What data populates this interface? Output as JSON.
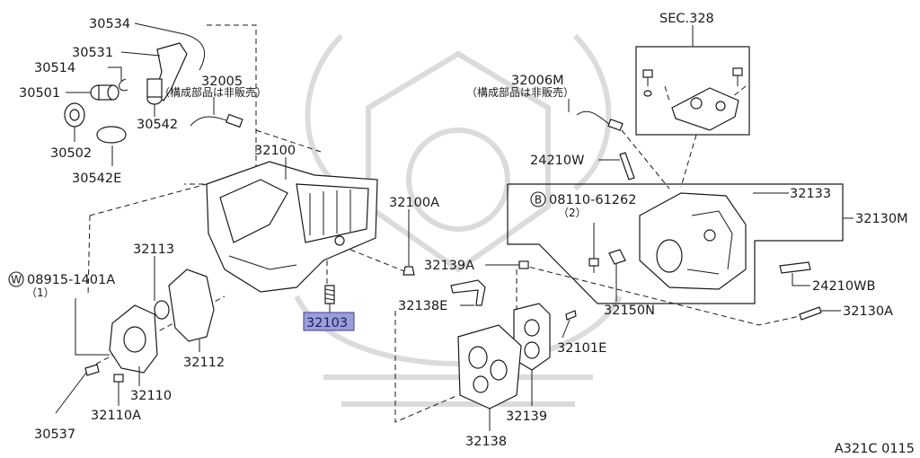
{
  "diagram": {
    "figure_code": "A321C 0115",
    "sec_ref": "SEC.328",
    "note_not_sold": "（構成部品は非販売）",
    "highlighted_part": "32103",
    "labels": {
      "p30534": "30534",
      "p30531": "30531",
      "p30514": "30514",
      "p30501": "30501",
      "p30502": "30502",
      "p30542": "30542",
      "p30542E": "30542E",
      "p32005": "32005",
      "p32100": "32100",
      "p32100A": "32100A",
      "p32103": "32103",
      "p32113": "32113",
      "p32112": "32112",
      "p32110": "32110",
      "p32110A": "32110A",
      "p30537": "30537",
      "p08915": "08915-1401A",
      "p08915_qty": "（1）",
      "p32006M": "32006M",
      "p24210W": "24210W",
      "p08110": "08110-61262",
      "p08110_qty": "（2）",
      "p32133": "32133",
      "p32130M": "32130M",
      "p24210WB": "24210WB",
      "p32130A": "32130A",
      "p32139A": "32139A",
      "p32138E": "32138E",
      "p32150N": "32150N",
      "p32101E": "32101E",
      "p32139": "32139",
      "p32138": "32138"
    },
    "circle_marks": {
      "w": "W",
      "b": "B"
    }
  }
}
